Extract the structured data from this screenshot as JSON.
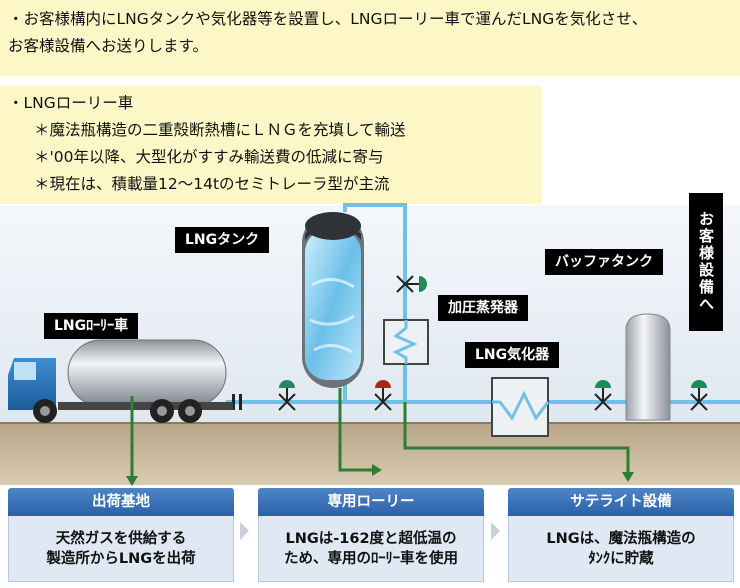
{
  "intro": {
    "line1": "・お客様構内にLNGタンクや気化器等を設置し、LNGローリー車で運んだLNGを気化させ、",
    "line2": "お客様設備へお送りします。"
  },
  "notes": {
    "title": "・LNGローリー車",
    "items": [
      "＊魔法瓶構造の二重殻断熱槽にＬＮＧを充填して輸送",
      "＊'00年以降、大型化がすすみ輸送費の低減に寄与",
      "＊現在は、積載量12～14tのセミトレーラ型が主流"
    ]
  },
  "labels": {
    "lng_tank": "LNGタンク",
    "lng_lorry": "LNGﾛｰﾘｰ車",
    "pressurizing_evaporator": "加圧蒸発器",
    "lng_vaporizer": "LNG気化器",
    "buffer_tank": "バッファタンク",
    "to_customer": "お客様設備へ"
  },
  "steps": [
    {
      "title": "出荷基地",
      "line1": "天然ガスを供給する",
      "line2": "製造所からLNGを出荷"
    },
    {
      "title": "専用ローリー",
      "line1": "LNGは-162度と超低温の",
      "line2": "ため、専用のﾛｰﾘｰ車を使用"
    },
    {
      "title": "サテライト設備",
      "line1": "LNGは、魔法瓶構造の",
      "line2": "ﾀﾝｸに貯蔵"
    }
  ],
  "colors": {
    "pipe": "#6fc1e6",
    "flow_line": "#2e7d32",
    "valve_green": "#1f8a5a",
    "step_header": "#2f6db5",
    "note_bg": "#fdf7c8"
  }
}
